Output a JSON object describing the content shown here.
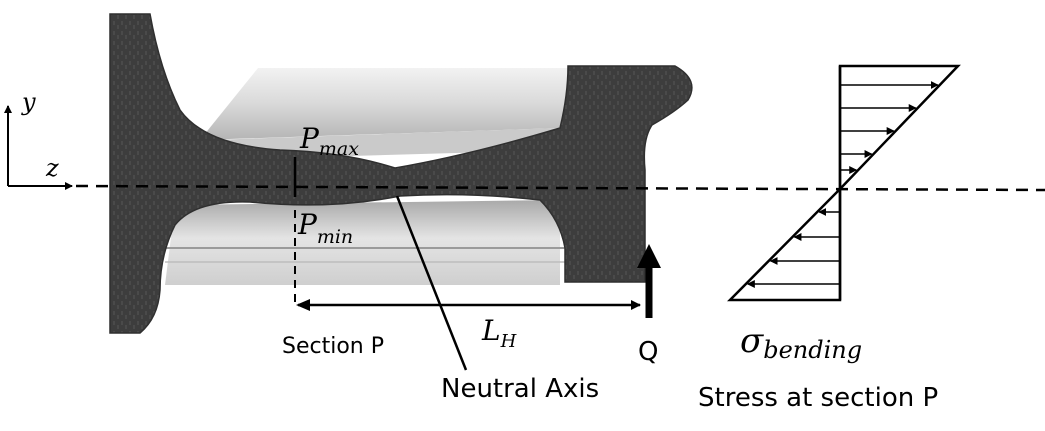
{
  "axes": {
    "y_label": "y",
    "z_label": "z"
  },
  "labels": {
    "p_max": {
      "base": "P",
      "sub": "max"
    },
    "p_min": {
      "base": "P",
      "sub": "min"
    },
    "l_h": {
      "base": "L",
      "sub": "H"
    },
    "section_p": "Section P",
    "q": "Q",
    "neutral_axis": "Neutral Axis",
    "sigma": {
      "base": "σ",
      "sub": "bending"
    },
    "stress_caption": "Stress at section P"
  },
  "colors": {
    "section_fill": "#3f3f3f",
    "rim_light": "#d6d6d6",
    "rim_mid": "#b3b3b3",
    "line": "#000000"
  }
}
